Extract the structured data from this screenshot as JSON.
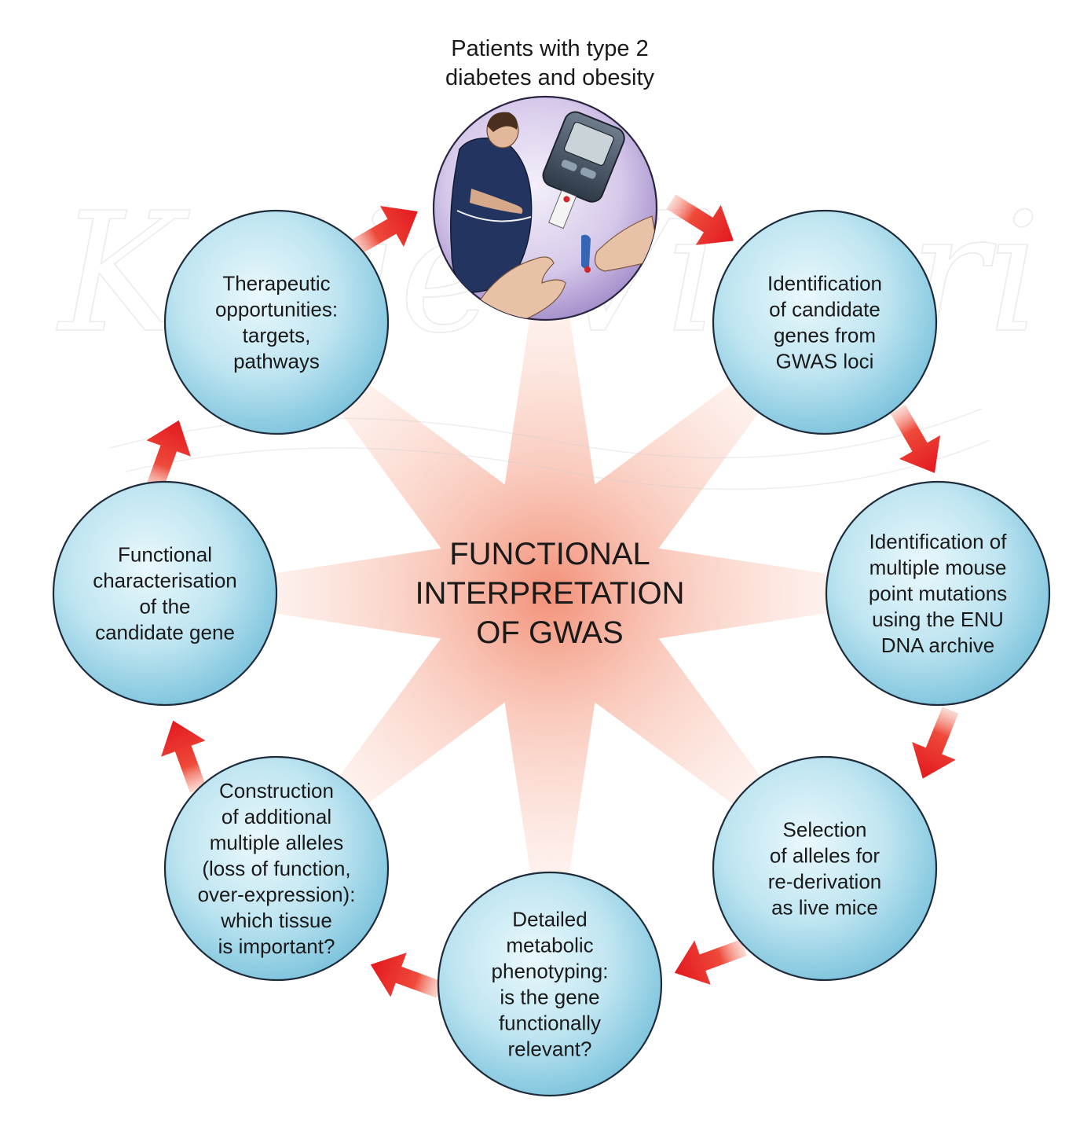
{
  "top_caption": [
    "Patients with type 2",
    "diabetes and obesity"
  ],
  "center_title": [
    "FUNCTIONAL",
    "INTERPRETATION",
    "OF GWAS"
  ],
  "watermark": "Katie Vicari",
  "nodes": [
    {
      "id": "identification-candidate-genes",
      "lines": [
        "Identification",
        "of candidate",
        "genes from",
        "GWAS loci"
      ]
    },
    {
      "id": "identification-mouse-mutations",
      "lines": [
        "Identification of",
        "multiple mouse",
        "point mutations",
        "using the ENU",
        "DNA archive"
      ]
    },
    {
      "id": "selection-alleles",
      "lines": [
        "Selection",
        "of alleles for",
        "re-derivation",
        "as live mice"
      ]
    },
    {
      "id": "metabolic-phenotyping",
      "lines": [
        "Detailed",
        "metabolic",
        "phenotyping:",
        "is the gene",
        "functionally",
        "relevant?"
      ]
    },
    {
      "id": "construction-alleles",
      "lines": [
        "Construction",
        "of additional",
        "multiple alleles",
        "(loss of function,",
        "over-expression):",
        "which tissue",
        "is important?"
      ]
    },
    {
      "id": "functional-characterisation",
      "lines": [
        "Functional",
        "characterisation",
        "of the",
        "candidate gene"
      ]
    },
    {
      "id": "therapeutic-opportunities",
      "lines": [
        "Therapeutic",
        "opportunities:",
        "targets,",
        "pathways"
      ]
    }
  ],
  "colors": {
    "bubble_light": "#e6f6fb",
    "bubble_dark": "#7fc4dc",
    "arrow": "#e8262a",
    "photo_circle": "#b8a6d6",
    "star": "#f5a58a"
  },
  "icons": [
    "patient-illustration-icon",
    "glucose-meter-icon",
    "flow-arrow-icon",
    "center-star-icon"
  ]
}
